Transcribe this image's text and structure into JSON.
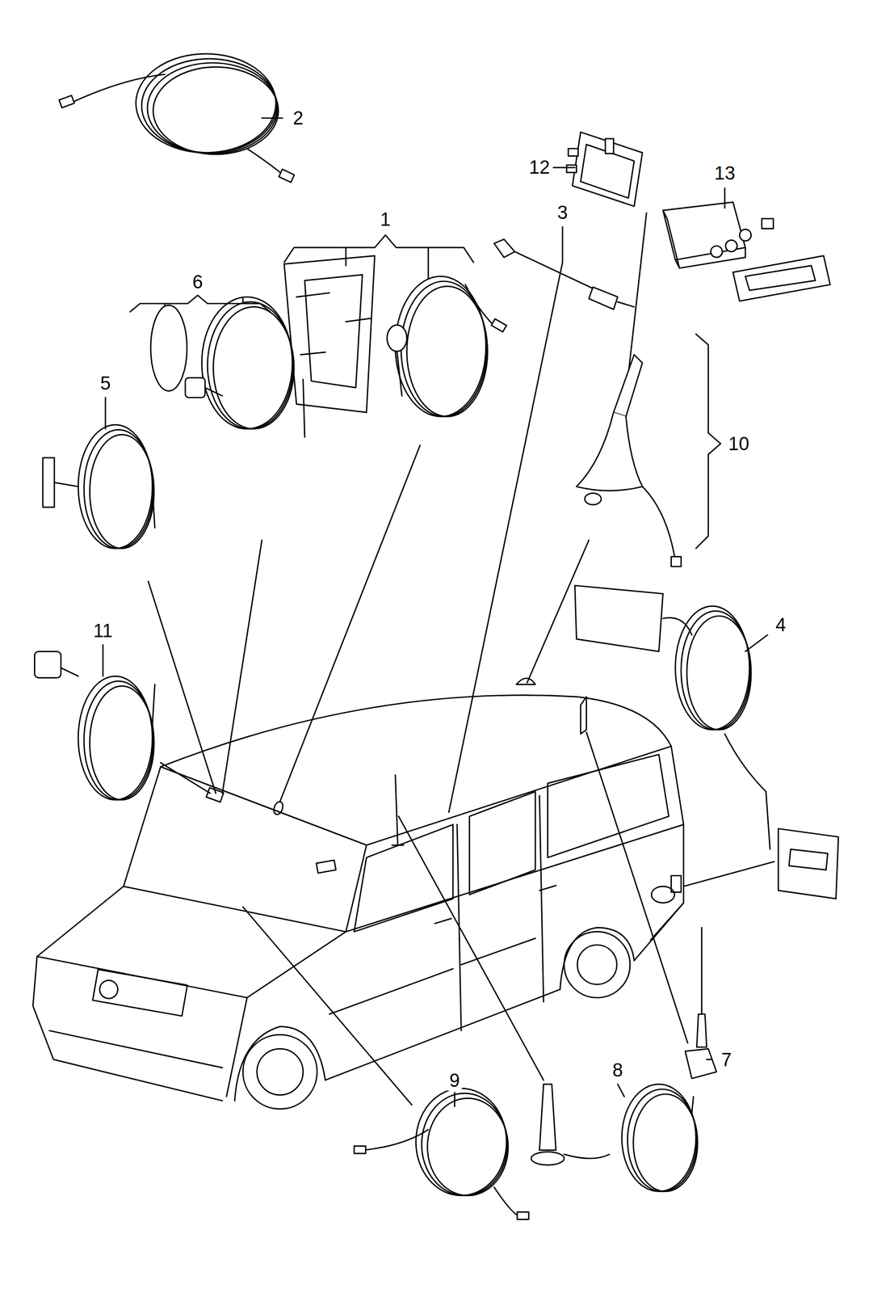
{
  "diagram": {
    "labels": [
      "2",
      "12",
      "13",
      "3",
      "1",
      "6",
      "5",
      "10",
      "4",
      "11",
      "7",
      "8",
      "9"
    ]
  }
}
